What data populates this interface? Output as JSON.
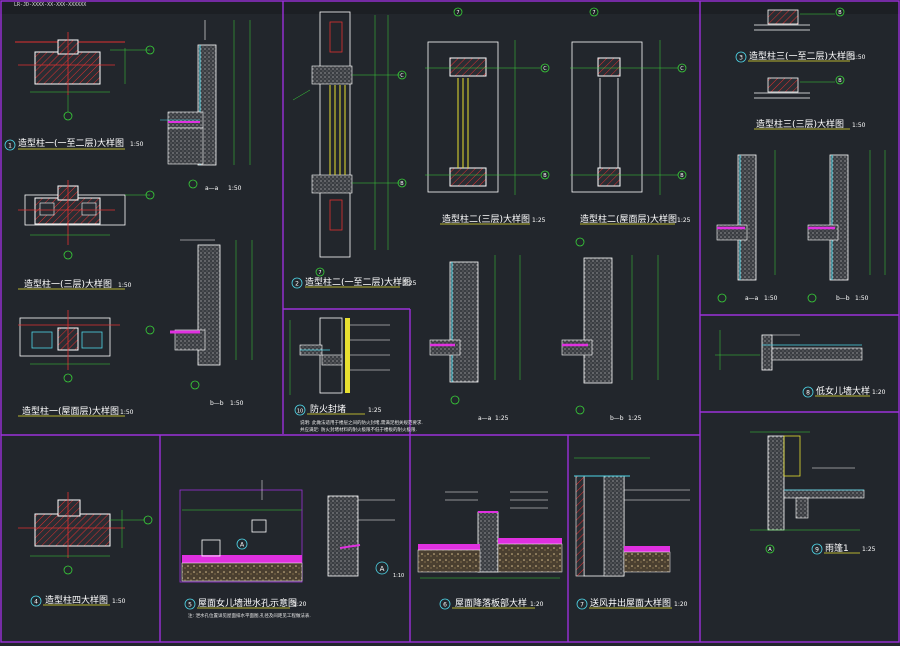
{
  "titlebar": {
    "text": "LR-JD-XXXX-XX-XXX-XXXXXX"
  },
  "axis_labels": {
    "B": "B",
    "C": "C",
    "seven": "7",
    "A": "A"
  },
  "details": [
    {
      "num": "1",
      "title": "造型柱一(一至二层)大样图",
      "scale": "1:50"
    },
    {
      "num": "",
      "title": "造型柱一(三层)大样图",
      "scale": "1:50"
    },
    {
      "num": "",
      "title": "造型柱一(屋面层)大样图",
      "scale": "1:50"
    },
    {
      "num": "",
      "title": "a—a",
      "scale": "1:50"
    },
    {
      "num": "",
      "title": "b—b",
      "scale": "1:50"
    },
    {
      "num": "2",
      "title": "造型柱二(一至二层)大样图",
      "scale": "1:25"
    },
    {
      "num": "",
      "title": "造型柱二(三层)大样图",
      "scale": "1:25"
    },
    {
      "num": "",
      "title": "造型柱二(屋面层)大样图",
      "scale": "1:25"
    },
    {
      "num": "",
      "title": "a—a",
      "scale": "1:25"
    },
    {
      "num": "",
      "title": "b—b",
      "scale": "1:25"
    },
    {
      "num": "3",
      "title": "造型柱三(一至二层)大样图",
      "scale": "1:50"
    },
    {
      "num": "",
      "title": "造型柱三(三层)大样图",
      "scale": "1:50"
    },
    {
      "num": "",
      "title": "a—a",
      "scale": "1:50"
    },
    {
      "num": "",
      "title": "b—b",
      "scale": "1:50"
    },
    {
      "num": "10",
      "title": "防火封堵",
      "scale": "1:25"
    },
    {
      "num": "8",
      "title": "低女儿墙大样",
      "scale": "1:20"
    },
    {
      "num": "4",
      "title": "造型柱四大样图",
      "scale": "1:50"
    },
    {
      "num": "5",
      "title": "屋面女儿墙泄水孔示意图",
      "scale": "1:20"
    },
    {
      "num": "6",
      "title": "屋面降落板部大样",
      "scale": "1:20"
    },
    {
      "num": "7",
      "title": "送风井出屋面大样图",
      "scale": "1:20"
    },
    {
      "num": "9",
      "title": "雨篷1",
      "scale": "1:25"
    }
  ],
  "callout_A": "A",
  "callout_A_scale": "1:10",
  "notes": {
    "fire_note": "说明: 此做法适用于楼层之间的防火封堵,需满足相关规范要求.",
    "fire_note2": "并应满足: 防火封堵材料的耐火极限不低于楼板的耐火极限.",
    "drain_note": "注: 泄水孔位置详见屋面排水平面图,孔径及间距见工程做法表."
  },
  "colors": {
    "bg": "#22262c",
    "frame": "#9b30d9",
    "line": "#ffffff",
    "dim": "#39d239",
    "cyan": "#4fd6e8",
    "red": "#e03030",
    "yellow": "#e8e030",
    "magenta": "#e030e0",
    "hatch": "#b0b0b0"
  }
}
